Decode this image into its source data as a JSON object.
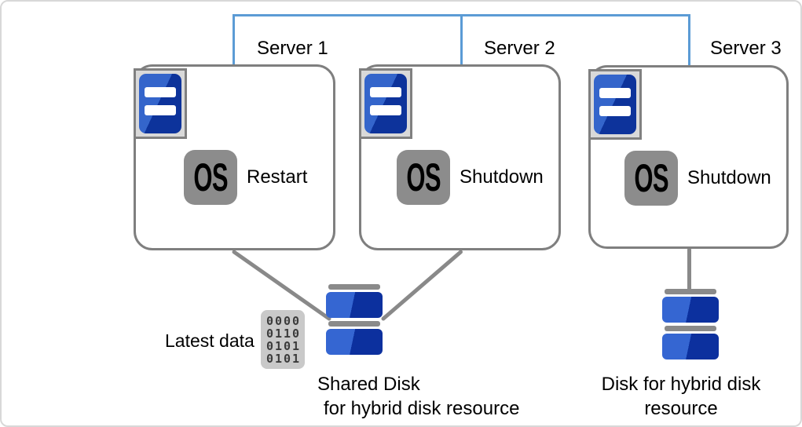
{
  "colors": {
    "network_blue": "#5b9bd5",
    "box_border_gray": "#7f7f7f",
    "connector_gray": "#898989",
    "os_badge_gray": "#8c8c8c",
    "plate_gray": "#d9d9d9",
    "icon_blue_light": "#3465cb",
    "icon_blue_dark": "#0d339b",
    "binary_chip_bg": "#c9c9c9"
  },
  "servers": [
    {
      "label": "Server 1",
      "os_status": "Restart"
    },
    {
      "label": "Server 2",
      "os_status": "Shutdown"
    },
    {
      "label": "Server 3",
      "os_status": "Shutdown"
    }
  ],
  "os_badge_label": "OS",
  "latest_data": {
    "label": "Latest data",
    "binary_rows": [
      "0000",
      "0110",
      "0101",
      "0101"
    ]
  },
  "shared_disk": {
    "label_line1": "Shared Disk",
    "label_line2": "for hybrid disk resource"
  },
  "hybrid_disk": {
    "label_line1": "Disk for hybrid disk",
    "label_line2": "resource"
  }
}
